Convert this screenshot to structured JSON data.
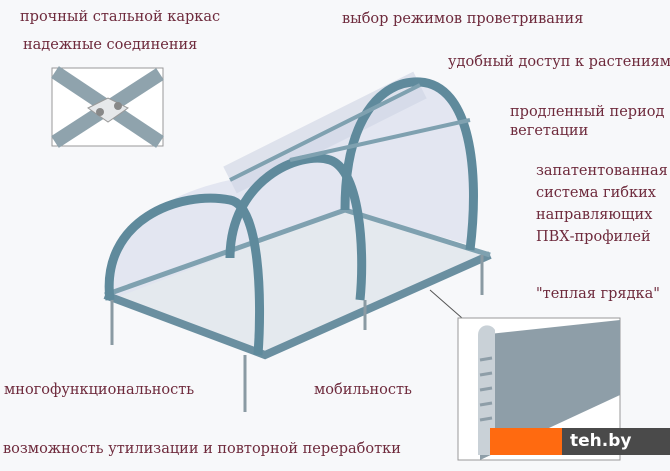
{
  "features": {
    "frame": "прочный стальной каркас",
    "joints": "надежные соединения",
    "ventilation": "выбор режимов проветривания",
    "access": "удобный доступ к растениям",
    "season_line1": "продленный период",
    "season_line2": "вегетации",
    "profile_line1": "запатентованная",
    "profile_line2": "система гибких",
    "profile_line3": "направляющих",
    "profile_line4": "ПВХ-профилей",
    "warm_bed": "\"теплая грядка\"",
    "multi": "многофункциональность",
    "mobility": "мобильность",
    "recycle": "возможность утилизации и повторной переработки"
  },
  "watermark": "teh.by",
  "colors": {
    "text": "#6e2a3c",
    "frame": "#5f8a9c",
    "accent": "#ff6a10"
  }
}
